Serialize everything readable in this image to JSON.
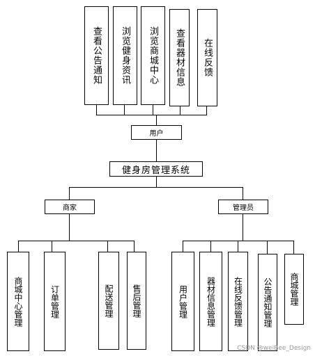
{
  "top_modules": [
    "查看公告通知",
    "浏览健身资讯",
    "浏览商城中心",
    "查看器材信息",
    "在线反馈"
  ],
  "user_node": "用户",
  "system_node": "健身房管理系统",
  "merchant_node": "商家",
  "admin_node": "管理员",
  "merchant_modules": [
    "商城中心管理",
    "订单管理",
    "配送管理",
    "售后管理"
  ],
  "admin_modules": [
    "用户管理",
    "器材信息管理",
    "在线反馈管理",
    "公告通知管理",
    "商城管理"
  ],
  "watermark": "CSDN @weiBee_Design"
}
